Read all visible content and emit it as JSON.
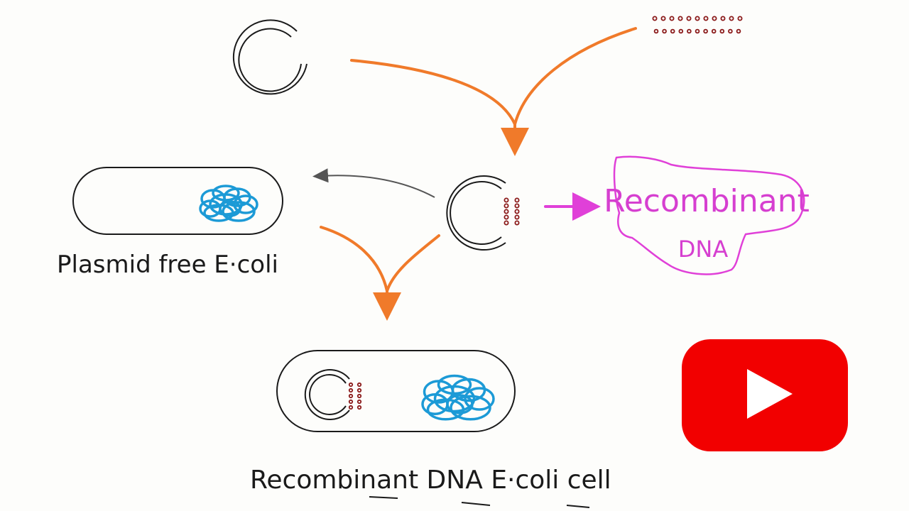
{
  "labels": {
    "plasmid_free": "Plasmid free E·coli",
    "recombinant_cell": "Recombinant DNA E·coli cell",
    "callout_line1": "Recombinant",
    "callout_line2": "DNA"
  },
  "icons": {
    "watermark": "youtube-logo-icon"
  },
  "colors": {
    "ink": "#1a1a1a",
    "arrow_orange": "#f07a2a",
    "arrow_pink": "#e040d8",
    "dna_dots": "#8b1a1a",
    "chromosome_blue": "#1c9ad6",
    "youtube_red": "#f20000",
    "arrow_gray": "#555555"
  }
}
